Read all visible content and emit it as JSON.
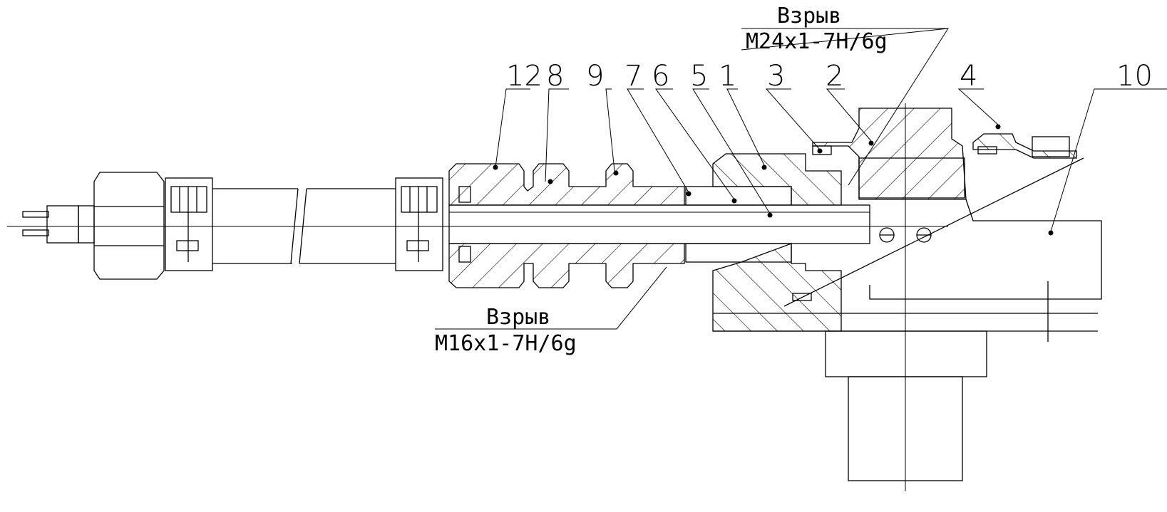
{
  "callouts": {
    "top": {
      "title": "Взрыв",
      "thread": "M24x1-7H/6g"
    },
    "bottom": {
      "title": "Взрыв",
      "thread": "M16x1-7H/6g"
    }
  },
  "part_numbers": [
    "12",
    "8",
    "9",
    "7",
    "6",
    "5",
    "1",
    "3",
    "2",
    "4",
    "10"
  ]
}
